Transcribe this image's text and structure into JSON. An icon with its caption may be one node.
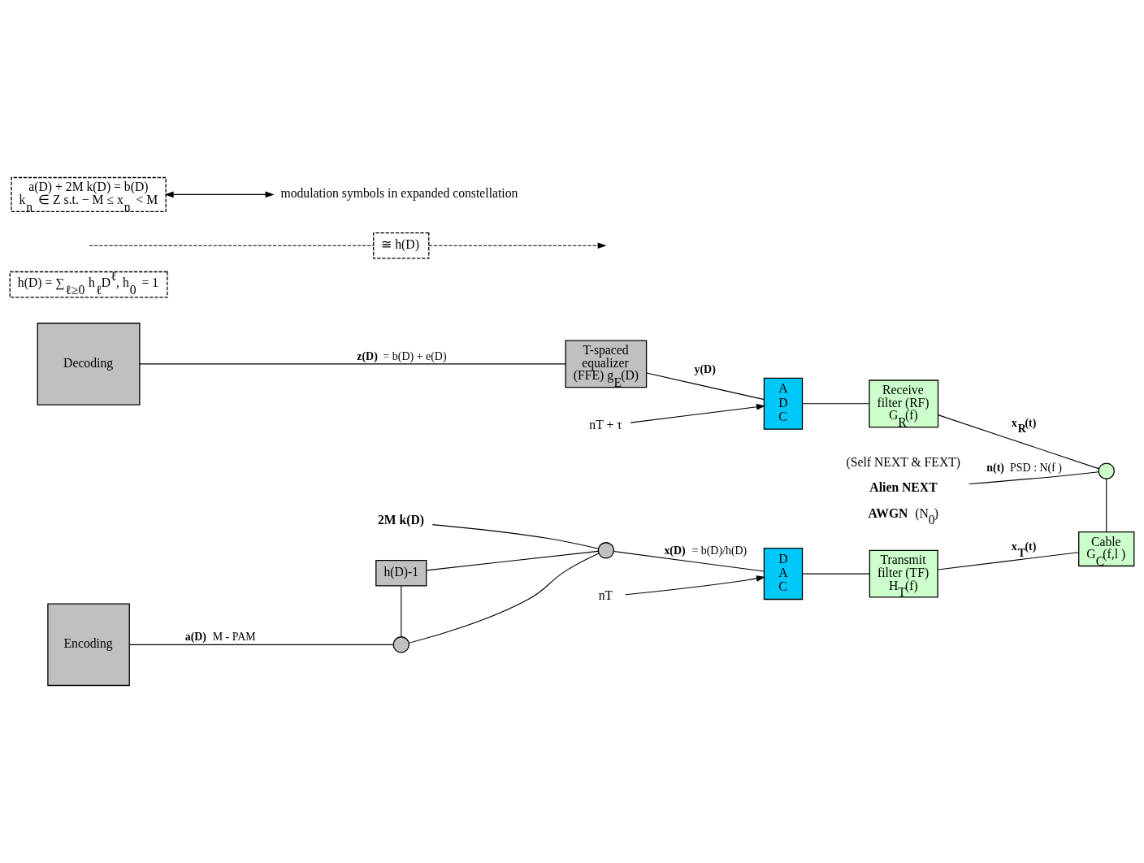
{
  "diagram": {
    "nodes": [
      {
        "text": [
          "Encoding"
        ]
      },
      {
        "text": [],
        "shape": "circle"
      },
      {
        "text": [],
        "shape": "circle"
      },
      {
        "text": [
          "2M k(D)"
        ]
      },
      {
        "text": [
          "h(D)-1"
        ]
      },
      {
        "text": [
          "D A C"
        ]
      },
      {
        "text": [
          "Transmit filter (TF) H$_{T}$(f)"
        ]
      },
      {
        "text": [
          "nT"
        ]
      },
      {
        "text": [
          "Cable G$_{C}$(f,l )"
        ]
      },
      {
        "text": [],
        "shape": "circle"
      },
      {
        "text": [
          "(Self NEXT & FEXT)",
          "**Alien NEXT**",
          "**AWGN** (N$_{0}$)"
        ]
      },
      {
        "text": [
          "Receive filter (RF) G$_{R}$(f)"
        ]
      },
      {
        "text": [
          "A D C"
        ]
      },
      {
        "text": [
          "nT + τ"
        ]
      },
      {
        "text": [
          "T-spaced equalizer (FFE) g$_{E}$(D)"
        ]
      },
      {
        "text": [
          "Decoding"
        ]
      },
      {
        "text": [
          "h(D) = ∑$_{ℓ≥0}$ h$_{ℓ}$D$^{ℓ}$, h$_{0}$ = 1"
        ]
      },
      {
        "text": [
          "≅ h(D)"
        ]
      },
      {
        "text": [
          "a(D) + 2M k(D) = b(D)",
          "k$_{n}$ ∈ Z s.t. − M ≤ x$_{n}$ < M"
        ]
      },
      {
        "text": [
          "modulation symbols in expanded constellation"
        ]
      }
    ],
    "edges": [
      {
        "from": 0,
        "to": 1,
        "arrow": "none",
        "label": "**a(D)** M - PAM"
      },
      {
        "from": 1,
        "to": 2,
        "arrow": "none"
      },
      {
        "from": 3,
        "to": 2,
        "arrow": "none"
      },
      {
        "from": 2,
        "to": 5,
        "arrow": "none",
        "label": "**x(D)** = b(D)/h(D)"
      },
      {
        "from": 2,
        "to": 4,
        "arrow": "none"
      },
      {
        "from": 4,
        "to": 1,
        "arrow": "none"
      },
      {
        "from": 5,
        "to": 6,
        "arrow": "none"
      },
      {
        "from": 7,
        "to": 5,
        "arrow": "to"
      },
      {
        "from": 6,
        "to": 8,
        "arrow": "none",
        "label": "**x$_{T}$(t)**"
      },
      {
        "from": 8,
        "to": 9,
        "arrow": "none"
      },
      {
        "from": 10,
        "to": 9,
        "arrow": "none",
        "label": "**n(t)** PSD : N(f )"
      },
      {
        "from": 9,
        "to": 11,
        "arrow": "none",
        "label": "**x$_{R}$(t)**"
      },
      {
        "from": 11,
        "to": 12,
        "arrow": "none"
      },
      {
        "from": 13,
        "to": 12,
        "arrow": "to"
      },
      {
        "from": 12,
        "to": 14,
        "arrow": "none",
        "label": "**y(D)**"
      },
      {
        "from": 14,
        "to": 15,
        "arrow": "none",
        "label": "**z(D)** = b(D) + e(D)"
      },
      {
        "from": 18,
        "to": 19,
        "arrow": "both"
      },
      {
        "from": null,
        "to": 17,
        "arrow": "none",
        "style": "dashed"
      },
      {
        "from": 17,
        "to": null,
        "arrow": "to",
        "style": "dashed"
      }
    ]
  }
}
